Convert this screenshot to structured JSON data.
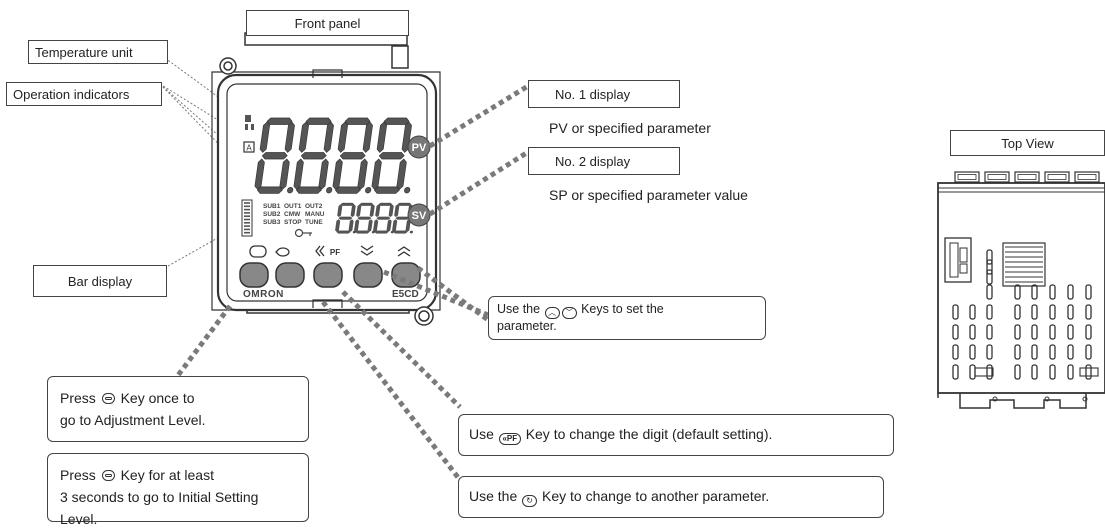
{
  "labels": {
    "front_panel": "Front panel",
    "temperature_unit": "Temperature unit",
    "operation_indicators": "Operation indicators",
    "bar_display": "Bar display",
    "no1_display": "No. 1 display",
    "no1_desc": "PV or specified parameter",
    "no2_display": "No. 2 display",
    "no2_desc": "SP or specified parameter value",
    "top_view": "Top View"
  },
  "device": {
    "pv_badge": "PV",
    "sv_badge": "SV",
    "brand": "OMRON",
    "model": "E5CD",
    "pf_key": "PF",
    "main_digits": "8.8.8.8.",
    "sub_digits": "8.8.8.8",
    "mini_labels": [
      "SUB1",
      "OUT1",
      "OUT2",
      "SUB2",
      "CMW",
      "MANU",
      "SUB3",
      "STOP",
      "TUNE"
    ]
  },
  "callouts": {
    "updown_pre": "Use the",
    "updown_post": "Keys to set the",
    "updown_line2": "parameter.",
    "level_once_pre": "Press",
    "level_once_post": "Key once to",
    "level_once_line2": "go to Adjustment Level.",
    "level_hold_pre": "Press",
    "level_hold_post": "Key for at least",
    "level_hold_line2": "3 seconds to go to Initial Setting Level.",
    "pf_pre": "Use",
    "pf_post": "Key to change the digit (default setting).",
    "mode_pre": "Use the",
    "mode_post": "Key to change to another parameter."
  },
  "colors": {
    "leader_dotted": "#777777",
    "leader_thick": "#7a7a7a",
    "display_segments": "#555555",
    "badge_fill": "#777777",
    "key_fill": "#8a8a8a",
    "outline": "#333333"
  }
}
